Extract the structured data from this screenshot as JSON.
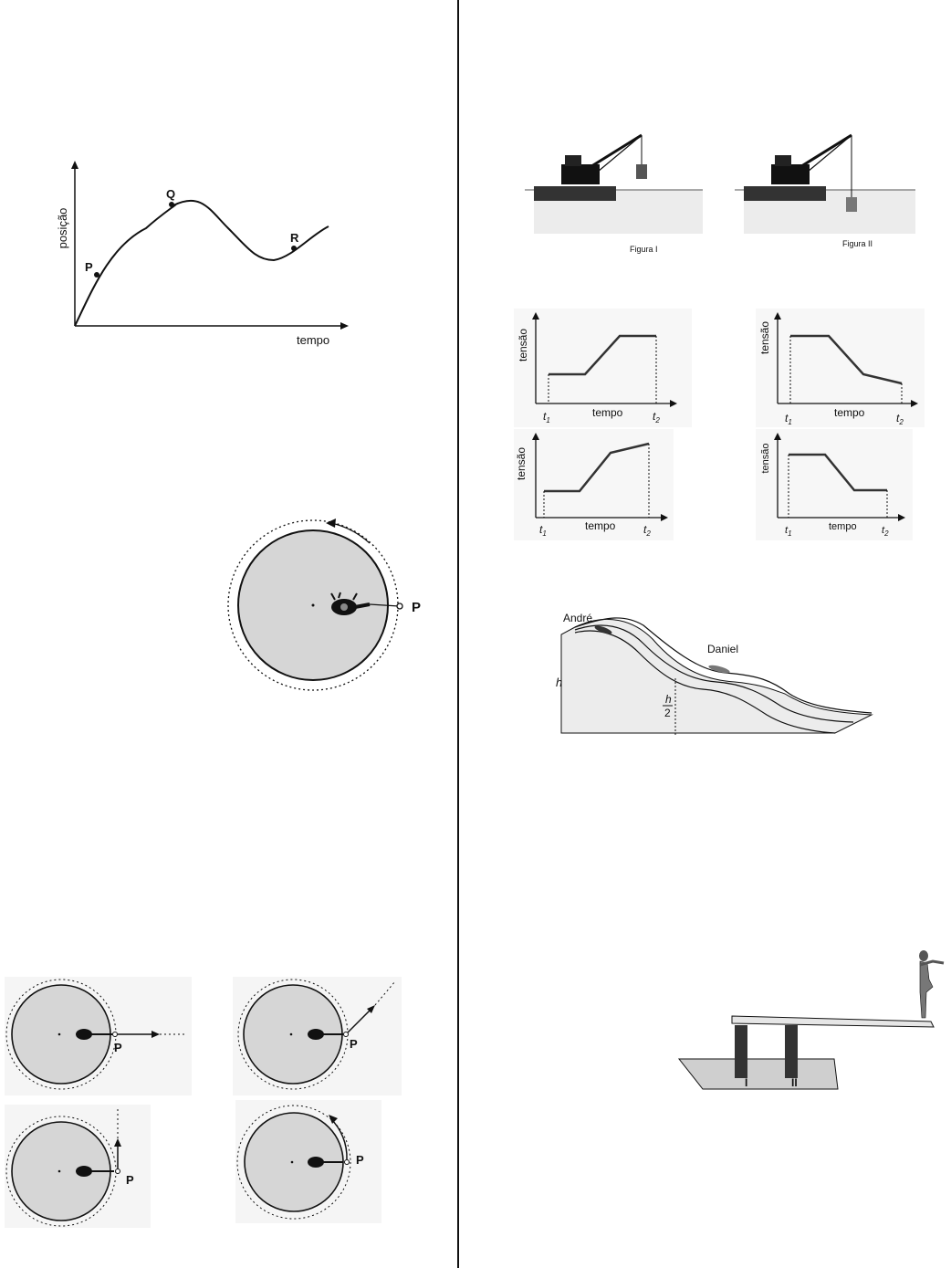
{
  "figure_pos_tempo": {
    "ylabel": "posição",
    "xlabel": "tempo",
    "points": {
      "p": "P",
      "q": "Q",
      "r": "R"
    }
  },
  "figure_disk_top": {
    "point": "P"
  },
  "figure_disks_options": {
    "a": {
      "point": "P"
    },
    "b": {
      "point": "P"
    },
    "c": {
      "point": "P"
    },
    "d": {
      "point": "P"
    }
  },
  "figure_crane": {
    "fig1_caption": "Figura I",
    "fig2_caption": "Figura II"
  },
  "figure_tension_graphs": {
    "ylabel": "tensão",
    "xlabel": "tempo",
    "t1": "t",
    "t1_sub": "1",
    "t2": "t",
    "t2_sub": "2"
  },
  "figure_slide": {
    "person1": "André",
    "person2": "Daniel",
    "h": "h",
    "h_half_num": "h",
    "h_half_den": "2"
  },
  "figure_diving": {
    "support1": "I",
    "support2": "II"
  }
}
